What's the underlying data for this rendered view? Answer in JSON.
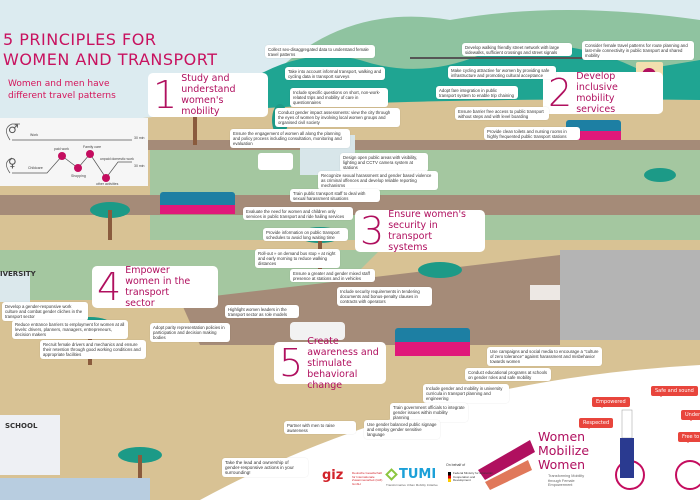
{
  "header": {
    "title_line1": "5 PRINCIPLES FOR",
    "title_line2": "WOMEN AND TRANSPORT",
    "subtitle": "Women and men have different travel patterns"
  },
  "travel_diagram": {
    "male_icon": "male-symbol-icon",
    "female_icon": "female-symbol-icon",
    "male": {
      "stops": [
        "Work"
      ],
      "duration": "30 min"
    },
    "female": {
      "stops": [
        "Childcare",
        "paid work",
        "Shopping",
        "Family care",
        "other activities",
        "unpaid domestic work"
      ],
      "duration": "30 min"
    }
  },
  "principles": [
    {
      "number": "1",
      "heading": "Study and understand women's mobility"
    },
    {
      "number": "2",
      "heading": "Develop inclusive mobility services"
    },
    {
      "number": "3",
      "heading": "Ensure women's security in transport systems"
    },
    {
      "number": "4",
      "heading": "Empower women in the transport sector"
    },
    {
      "number": "5",
      "heading": "Create awareness and stimulate behavioral change"
    }
  ],
  "notes": [
    "Collect sex-disaggregated data to understand female travel patterns",
    "Take into account informal transport, walking and cycling data in transport surveys",
    "Include specific questions on short, non-work-related trips and mobility of care in questionnaires",
    "Conduct gender impact assessments: view the city through the eyes of women by involving local women groups and organised civil society",
    "Ensure the engagement of women all along the planning and policy process including consultation, monitoring and evaluation",
    "Develop walking friendly street network with large sidewalks, sufficient crossings and street signals",
    "Consider female travel patterns for route planning and last-mile connectivity in public transport and shared mobility",
    "Make cycling attractive for women by providing safe infrastructure and promoting cultural acceptance",
    "Adopt fare integration in public transport system to enable trip chaining",
    "Ensure barrier free access to public transport without steps and with level boarding",
    "Provide clean toilets and nursing rooms in highly frequented public transport stations",
    "Design open public areas with visibility, lighting and CCTV camera system at stations",
    "Recognize sexual harassment and gender based violence as criminal offences and develop reliable reporting mechanisms",
    "Train public transport staff to deal with sexual harassment situations",
    "Evaluate the need for women and children only services in public transport and ride hailing services",
    "Provide information on public transport schedules to avoid long waiting time",
    "Roll-out » on demand bus stop « at night and early morning to reduce walking distances",
    "Ensure a greater and gender mixed staff presence at stations and in vehicles",
    "Include security requirements in tendering documents and bonus-penalty clauses in contracts with operators",
    "Highlight women leaders in the transport sector as role models",
    "Adopt parity representation policies in participation and decision making bodies",
    "Develop a gender-responsive work culture and combat gender cliches in the transport sector",
    "Reduce entrance barriers to employment for women at all levels: drivers, planners, managers, entrepreneurs, decision makers",
    "Recruit female drivers and mechanics and ensure their retention through good working conditions and appropriate facilities",
    "Use campaigns and social media to encourage a \"culture of zero tolerance\" against harassment and misbehavior towards women",
    "Conduct educational programs at schools on gender roles and safe mobility",
    "Include gender and mobility in university curricula in transport planning and engineering",
    "Train government officials to integrate gender issues within mobility planning",
    "Use gender balanced public signage and employ gender sensitive language",
    "Partner with men to raise awareness",
    "Take the lead and ownership of gender-responsive actions in your surrounding!"
  ],
  "places": {
    "university": "IVERSITY",
    "school": "SCHOOL"
  },
  "bubbles": [
    "Empowered",
    "Safe and sound",
    "Understood",
    "Respected",
    "Free to move"
  ],
  "campaign": {
    "line1": "Women",
    "line2": "Mobilize",
    "line3": "Women",
    "tagline": "Transforming Mobility through Female Empowerment"
  },
  "logos": {
    "giz": "giz",
    "giz_sub": "Deutsche Gesellschaft für Internationale Zusammenarbeit (GIZ) GmbH",
    "tumi": "TUMI",
    "tumi_sub": "Transformative Urban Mobility Initiative",
    "on_behalf": "On behalf of",
    "ministry": "Federal Ministry for Economic Cooperation and Development"
  },
  "colors": {
    "brand": "#c40d5f",
    "sky": "#dcebf0",
    "hill": "#8fc3a0",
    "teal": "#1fa592",
    "ground": "#d8c294",
    "road": "#a58b78",
    "bubble": "#e8453c"
  }
}
